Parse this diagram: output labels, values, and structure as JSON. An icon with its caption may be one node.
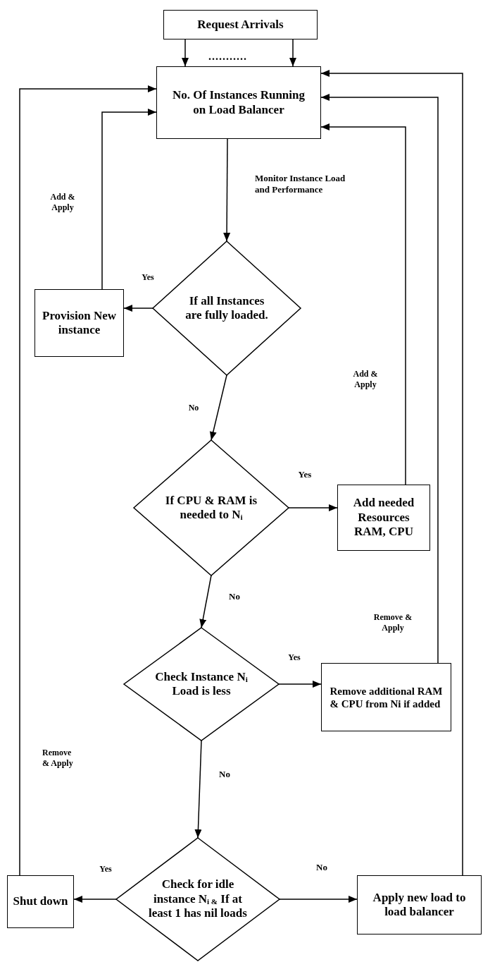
{
  "diagram": {
    "nodes": [
      {
        "text": [
          "Request Arrivals"
        ]
      },
      {
        "text": [
          "No. Of Instances Running on Load Balancer"
        ]
      },
      {
        "text": [
          "If all Instances are fully loaded."
        ]
      },
      {
        "text": [
          "Provision New instance"
        ]
      },
      {
        "text": [
          "If CPU & RAM is needed to N$_{i}$"
        ]
      },
      {
        "text": [
          "Add needed Resources RAM, CPU"
        ]
      },
      {
        "text": [
          "Check Instance N$_{i}$ Load is less"
        ]
      },
      {
        "text": [
          "Remove additional RAM & CPU from Ni if added"
        ]
      },
      {
        "text": [
          "Check for idle instance N$_{i &}$ If at least 1 has nil loads"
        ]
      },
      {
        "text": [
          "Shut down"
        ]
      },
      {
        "text": [
          "Apply new load to load balancer"
        ]
      }
    ],
    "edges": [
      {
        "from": 0,
        "to": 1,
        "arrow": "to"
      },
      {
        "from": 0,
        "to": 1,
        "arrow": "to"
      },
      {
        "from": 1,
        "to": 2,
        "arrow": "to",
        "label": "Monitor Instance Load and Performance"
      },
      {
        "from": 2,
        "to": 3,
        "arrow": "to",
        "label": "Yes"
      },
      {
        "from": 3,
        "to": 1,
        "arrow": "to",
        "label": "Add & Apply"
      },
      {
        "from": 2,
        "to": 4,
        "arrow": "to",
        "label": "No"
      },
      {
        "from": 4,
        "to": 5,
        "arrow": "to",
        "label": "Yes"
      },
      {
        "from": 5,
        "to": 1,
        "arrow": "to",
        "label": "Add & Apply"
      },
      {
        "from": 4,
        "to": 6,
        "arrow": "to",
        "label": "No"
      },
      {
        "from": 6,
        "to": 7,
        "arrow": "to",
        "label": "Yes"
      },
      {
        "from": 7,
        "to": 1,
        "arrow": "to",
        "label": "Remove & Apply"
      },
      {
        "from": 6,
        "to": 8,
        "arrow": "to",
        "label": "No"
      },
      {
        "from": 8,
        "to": 9,
        "arrow": "to",
        "label": "Yes"
      },
      {
        "from": 8,
        "to": 10,
        "arrow": "to",
        "label": "No"
      },
      {
        "from": 10,
        "to": 1,
        "arrow": "to"
      },
      {
        "from": 9,
        "to": 1,
        "arrow": "to",
        "label": "Remove & Apply"
      }
    ],
    "labels": [
      "..........."
    ]
  }
}
